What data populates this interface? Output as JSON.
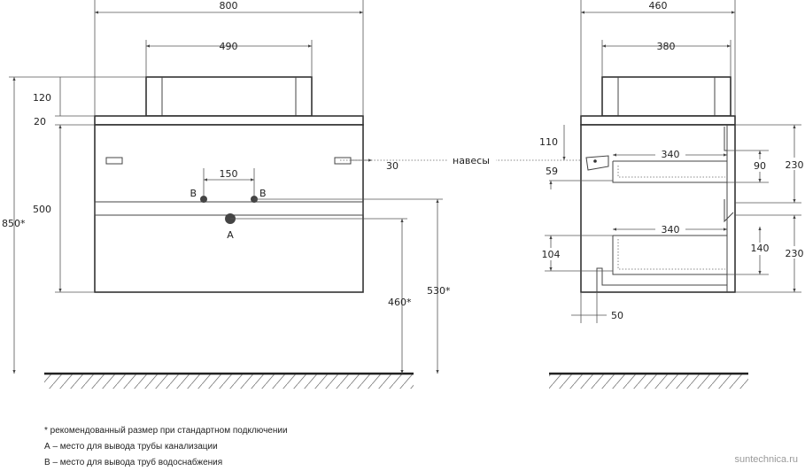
{
  "front_view": {
    "width": "800",
    "sink_width": "490",
    "sink_height": "120",
    "top_thickness": "20",
    "total_height": "850*",
    "body_height": "500",
    "pipe_spacing": "150",
    "hanger_offset": "30",
    "drain_height": "460*",
    "supply_height": "530*",
    "label_a": "A",
    "label_b": "B"
  },
  "side_view": {
    "depth": "460",
    "sink_depth": "380",
    "hanger_from_top": "110",
    "hanger_label": "навесы",
    "hanger_size": "59",
    "drawer_upper_depth": "340",
    "drawer_upper_height": "90",
    "front_upper": "230",
    "drawer_lower_depth": "340",
    "drawer_lower_height": "140",
    "front_lower": "230",
    "lower_offset": "104",
    "plinth_offset": "50"
  },
  "notes": [
    "* рекомендованный размер при стандартном подключении",
    "А – место для вывода трубы канализации",
    "В – место для вывода труб водоснабжения"
  ],
  "watermark": "suntechnica.ru"
}
